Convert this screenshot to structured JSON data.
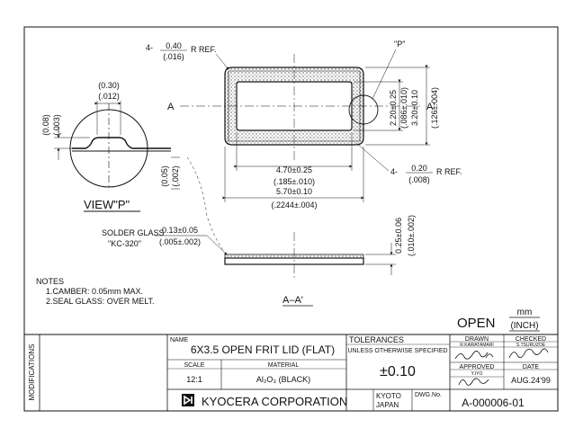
{
  "view_p": {
    "dim_top": "(0.30)",
    "dim_top_in": "(.012)",
    "dim_left": "(0.08)",
    "dim_left_in": "(.003)",
    "label": "VIEW\"P\""
  },
  "top_view": {
    "radius_note_count": "4-",
    "radius_note_mm": "0.40",
    "radius_note_in": "(.016)",
    "radius_note_suffix": "R REF.",
    "label_a": "A",
    "label_a_prime": "A'",
    "label_p": "\"P\"",
    "inner_width": "4.70±0.25",
    "inner_width_in": "(.185±.010)",
    "outer_width": "5.70±0.10",
    "outer_width_in": "(.2244±.004)",
    "inner_height": "2.20±0.25",
    "inner_height_in": "(.086±.010)",
    "outer_height": "3.20±0.10",
    "outer_height_in": "(.126±.004)",
    "corner_note_count": "4-",
    "corner_note_mm": "0.20",
    "corner_note_in": "(.008)",
    "corner_note_suffix": "R REF.",
    "glass_thickness": "(0.05)",
    "glass_thickness_in": "(.002)"
  },
  "section_view": {
    "solder_glass": "SOLDER GLASS",
    "solder_glass_type": "\"KC-320\"",
    "solder_dim": "0.13±0.05",
    "solder_dim_in": "(.005±.002)",
    "thickness": "0.25±0.06",
    "thickness_in": "(.010±.002)",
    "label": "A–A'"
  },
  "notes": {
    "heading": "NOTES",
    "items": [
      "1.CAMBER: 0.05mm MAX.",
      "2.SEAL GLASS: OVER MELT."
    ]
  },
  "units": {
    "open": "OPEN",
    "mm": "mm",
    "inch": "(INCH)"
  },
  "title_block": {
    "modifications": "MODIFICATIONS",
    "name_label": "NAME",
    "name": "6X3.5 OPEN FRIT LID (FLAT)",
    "scale_label": "SCALE",
    "scale": "12:1",
    "material_label": "MATERIAL",
    "material": "Al₂O₃ (BLACK)",
    "tolerances_label": "TOLERANCES",
    "tolerances_note": "UNLESS OTHERWISE SPECIFIED",
    "tolerance": "±0.10",
    "drawn_label": "DRAWN",
    "drawn_name": "R.KAWATAMARI",
    "checked_label": "CHECKED",
    "checked_name": "S.TSURUZOE",
    "approved_label": "APPROVED",
    "approved_name": "Y.IYO",
    "date_label": "DATE",
    "date": "AUG.24'99",
    "company": "KYOCERA CORPORATION",
    "city": "KYOTO",
    "country": "JAPAN",
    "dwg_label": "DWG.No.",
    "dwg_no": "A-000006-01"
  }
}
